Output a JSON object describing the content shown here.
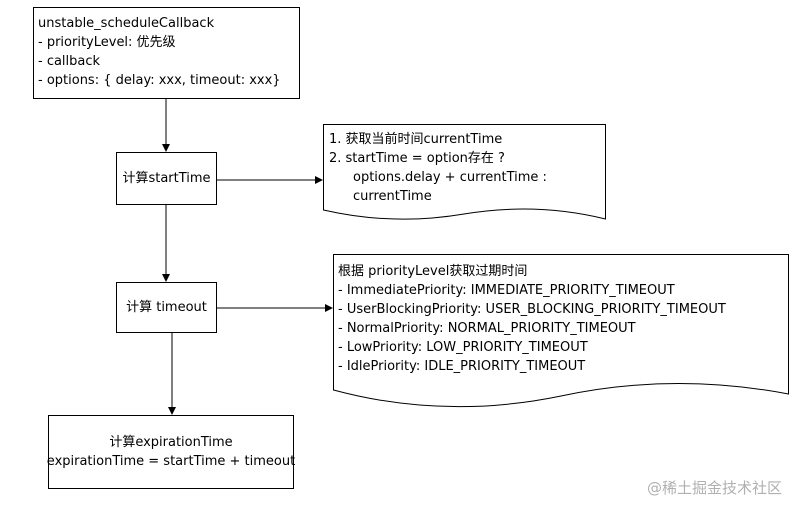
{
  "entry_box": {
    "title": "unstable_scheduleCallback",
    "params": [
      "- priorityLevel: 优先级",
      "- callback",
      "- options: { delay: xxx, timeout: xxx}"
    ]
  },
  "start_box": {
    "label": "计算startTime"
  },
  "start_note": {
    "lines": [
      "1. 获取当前时间currentTime",
      "2. startTime = option存在 ?",
      "options.delay + currentTime :",
      "currentTime"
    ]
  },
  "timeout_box": {
    "label": "计算 timeout"
  },
  "timeout_note": {
    "title": "根据 priorityLevel获取过期时间",
    "items": [
      "- ImmediatePriority:  IMMEDIATE_PRIORITY_TIMEOUT",
      "- UserBlockingPriority:  USER_BLOCKING_PRIORITY_TIMEOUT",
      "- NormalPriority:  NORMAL_PRIORITY_TIMEOUT",
      "- LowPriority: LOW_PRIORITY_TIMEOUT",
      "- IdlePriority: IDLE_PRIORITY_TIMEOUT"
    ]
  },
  "expiration_box": {
    "line1": "计算expirationTime",
    "line2": "expirationTime = startTime + timeout"
  },
  "watermark": "@稀土掘金技术社区",
  "colors": {
    "stroke": "#000000",
    "background": "#ffffff",
    "watermark": "#b0b0b0"
  }
}
